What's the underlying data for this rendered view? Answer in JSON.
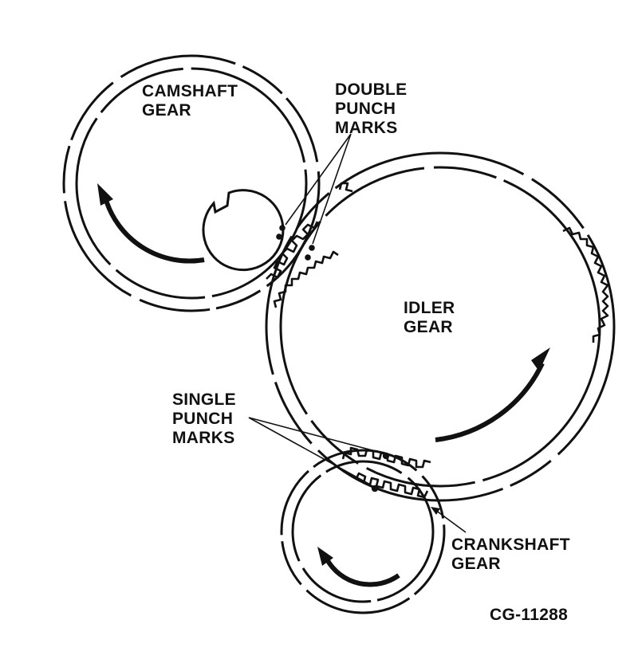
{
  "labels": {
    "camshaft_line1": "CAMSHAFT",
    "camshaft_line2": "GEAR",
    "double_line1": "DOUBLE",
    "double_line2": "PUNCH",
    "double_line3": "MARKS",
    "idler_line1": "IDLER",
    "idler_line2": "GEAR",
    "single_line1": "SINGLE",
    "single_line2": "PUNCH",
    "single_line3": "MARKS",
    "crankshaft_line1": "CRANKSHAFT",
    "crankshaft_line2": "GEAR",
    "figure_id": "CG-11288"
  },
  "colors": {
    "ink": "#111111",
    "background": "#ffffff"
  }
}
